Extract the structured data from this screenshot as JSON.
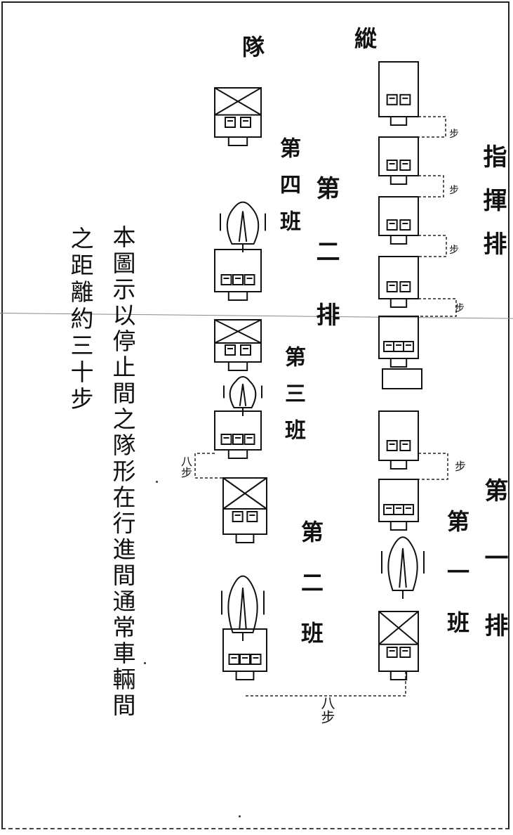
{
  "title": {
    "right_char": "縱",
    "left_char": "隊"
  },
  "platoons": {
    "command": "指揮排",
    "first": "第一排",
    "second": "第二排"
  },
  "squads": {
    "fourth": "第四班",
    "third": "第三班",
    "second": "第二班",
    "first": "第一班"
  },
  "note": {
    "line1": "本圖示以停止間之隊形在行進間通常車輛間",
    "line2": "之距離約三十步"
  },
  "spacing": {
    "eight_steps": "八步",
    "step": "步"
  }
}
